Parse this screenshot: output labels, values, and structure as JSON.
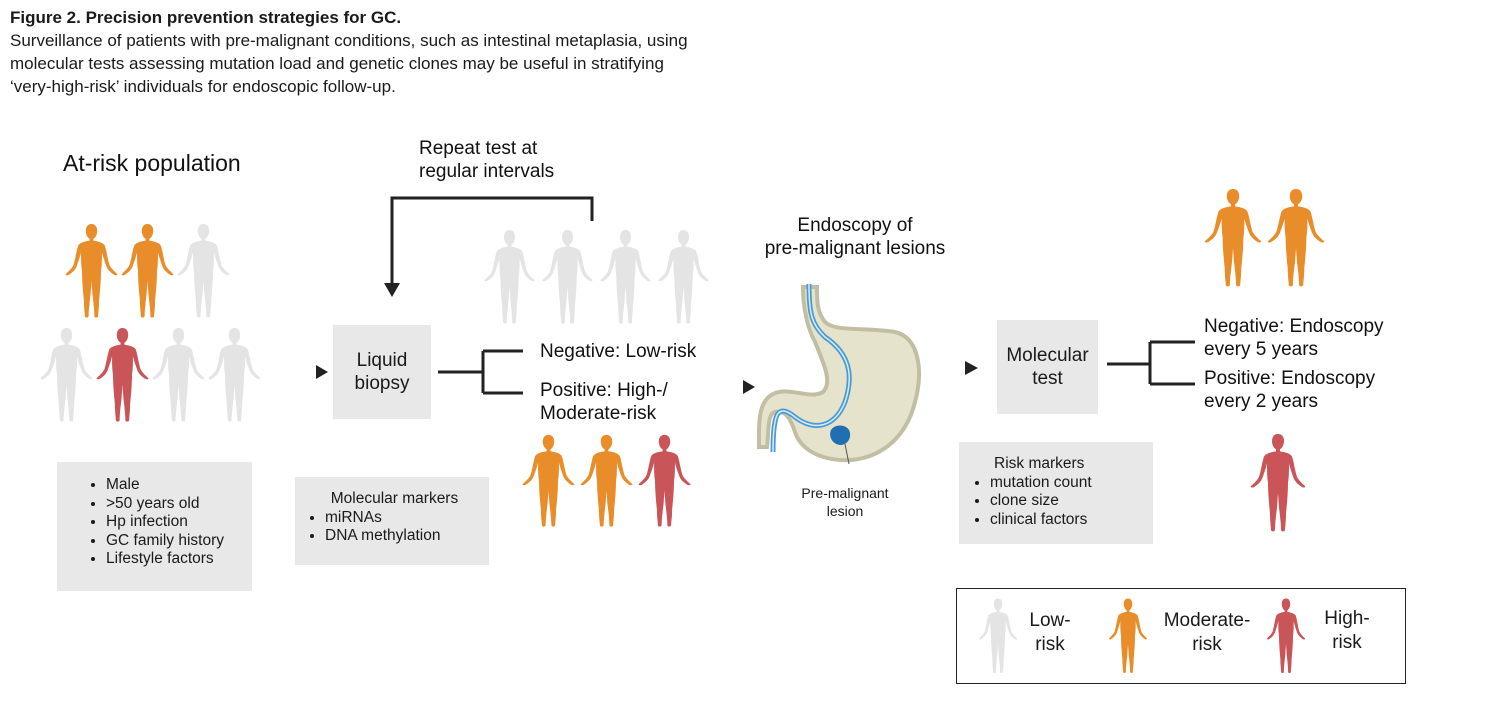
{
  "caption": {
    "title": "Figure 2. Precision prevention strategies for GC.",
    "lines": [
      "Surveillance of patients with pre-malignant conditions, such as intestinal metaplasia, using",
      "molecular tests assessing mutation load and genetic clones may be useful in stratifying",
      "‘very-high-risk’ individuals for endoscopic follow-up."
    ]
  },
  "colors": {
    "low_risk": "#e4e4e4",
    "moderate_risk": "#e88d2a",
    "high_risk": "#c95558",
    "box_fill": "#e8e8e8",
    "endoscope": "#4a9ad4",
    "lesion": "#1f6fb2",
    "stomach": "#e6e3cc"
  },
  "at_risk": {
    "title": "At-risk population",
    "row1": [
      "moderate",
      "moderate",
      "low"
    ],
    "row2": [
      "low",
      "high",
      "low",
      "low"
    ],
    "factors": [
      "Male",
      ">50 years old",
      "Hp infection",
      "GC family history",
      "Lifestyle factors"
    ]
  },
  "liquid_biopsy": {
    "label_line1": "Liquid",
    "label_line2": "biopsy",
    "markers_title": "Molecular markers",
    "markers": [
      "miRNAs",
      "DNA methylation"
    ]
  },
  "repeat": {
    "line1": "Repeat test at",
    "line2": "regular intervals"
  },
  "biopsy_results": {
    "negative": "Negative: Low-risk",
    "positive_line1": "Positive: High-/",
    "positive_line2": "Moderate-risk",
    "negative_people": [
      "low",
      "low",
      "low",
      "low"
    ],
    "positive_people": [
      "moderate",
      "moderate",
      "high"
    ]
  },
  "endoscopy": {
    "title_line1": "Endoscopy of",
    "title_line2": "pre-malignant lesions",
    "lesion_line1": "Pre-malignant",
    "lesion_line2": "lesion"
  },
  "molecular_test": {
    "label_line1": "Molecular",
    "label_line2": "test",
    "markers_title": "Risk markers",
    "markers": [
      "mutation count",
      "clone size",
      "clinical factors"
    ]
  },
  "test_results": {
    "negative_line1": "Negative: Endoscopy",
    "negative_line2": "every 5 years",
    "positive_line1": "Positive: Endoscopy",
    "positive_line2": "every 2 years",
    "negative_people": [
      "moderate",
      "moderate"
    ],
    "positive_people": [
      "high"
    ]
  },
  "legend": {
    "items": [
      {
        "risk": "low",
        "line1": "Low-",
        "line2": "risk"
      },
      {
        "risk": "moderate",
        "line1": "Moderate-",
        "line2": "risk"
      },
      {
        "risk": "high",
        "line1": "High-",
        "line2": "risk"
      }
    ]
  }
}
